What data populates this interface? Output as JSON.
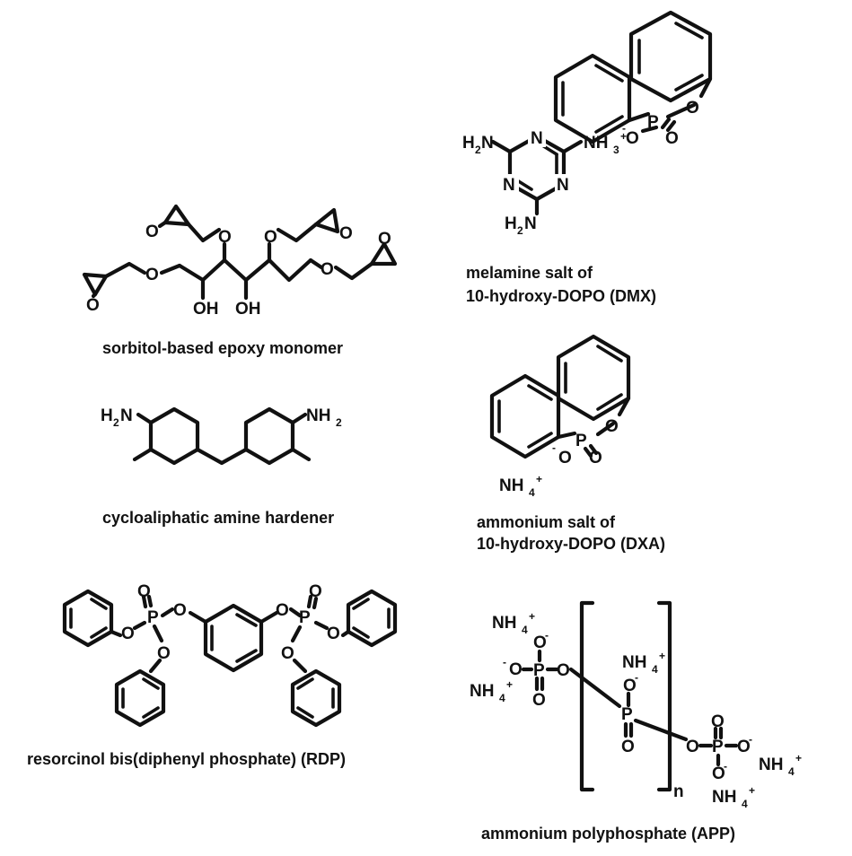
{
  "structures": [
    {
      "id": "sorbitol",
      "caption": [
        "sorbitol-based epoxy monomer"
      ]
    },
    {
      "id": "amine",
      "caption": [
        "cycloaliphatic amine hardener"
      ]
    },
    {
      "id": "rdp",
      "caption": [
        "resorcinol bis(diphenyl phosphate) (RDP)"
      ]
    },
    {
      "id": "dmx",
      "caption": [
        "melamine salt of",
        "10-hydroxy-DOPO (DMX)"
      ]
    },
    {
      "id": "dxa",
      "caption": [
        "ammonium salt of",
        "10-hydroxy-DOPO (DXA)"
      ]
    },
    {
      "id": "app",
      "caption": [
        "ammonium polyphosphate (APP)"
      ]
    }
  ],
  "atoms": {
    "O": "O",
    "OH": "OH",
    "P": "P",
    "N": "N",
    "H": "H",
    "NH": "NH",
    "minus": "-",
    "plus": "+",
    "sub2": "2",
    "sub3": "3",
    "sub4": "4",
    "n": "n"
  }
}
